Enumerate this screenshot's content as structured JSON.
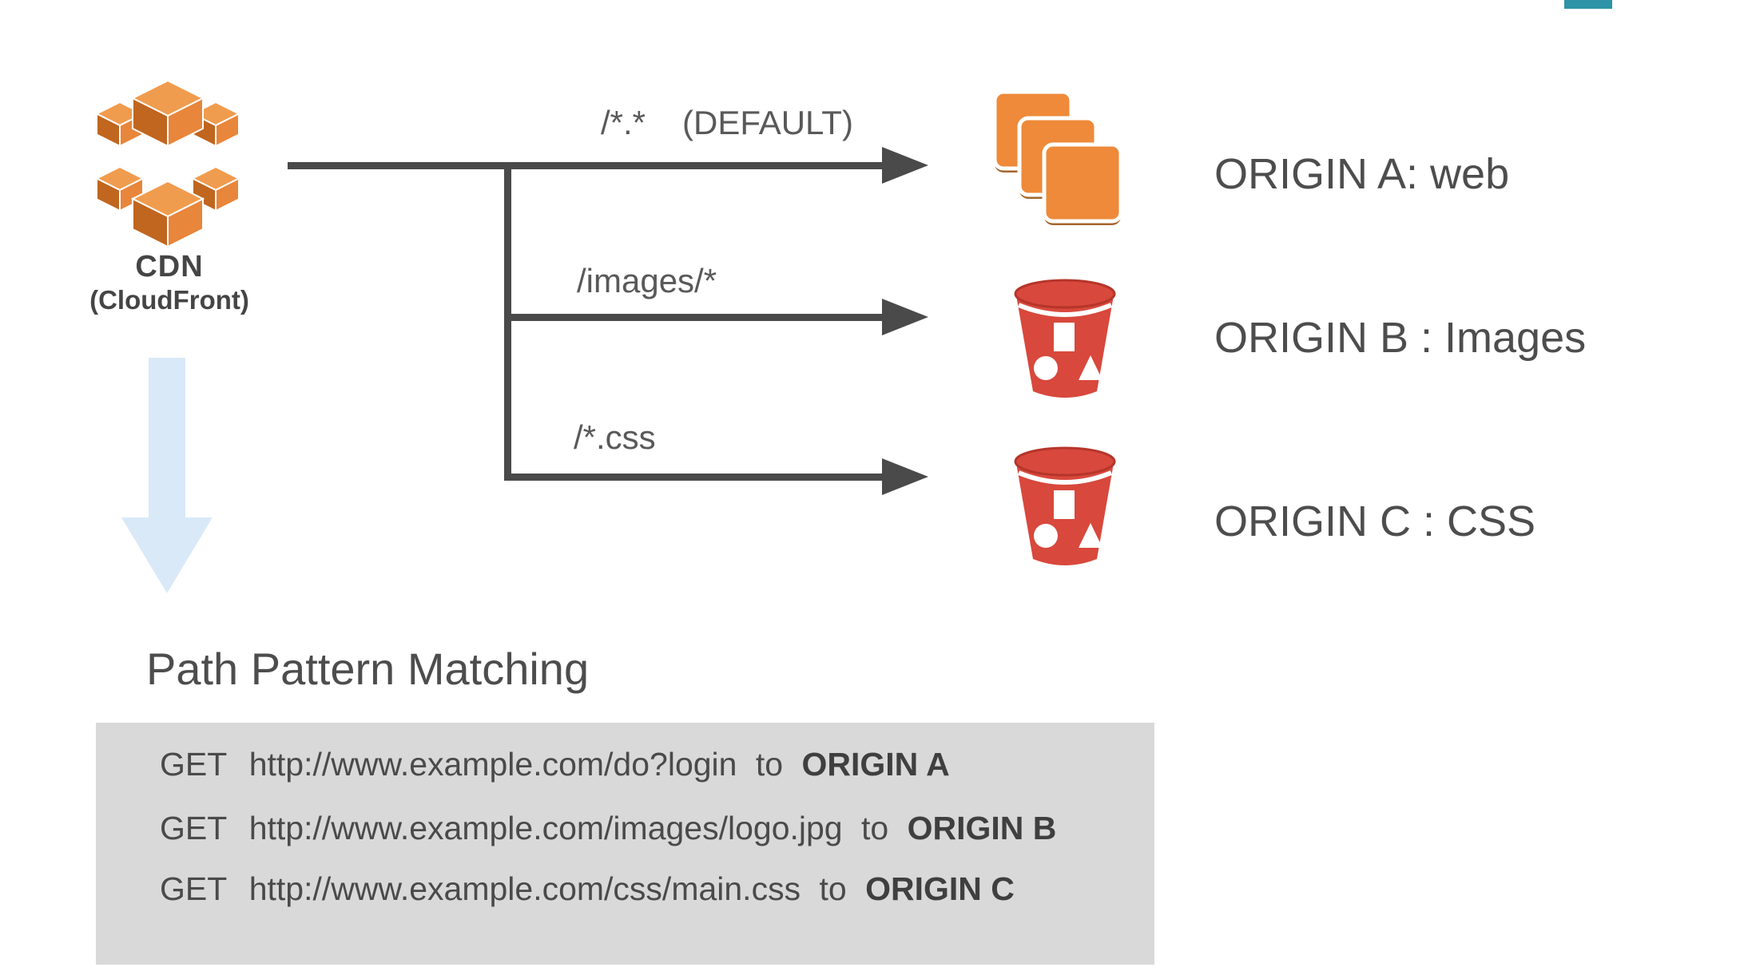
{
  "cdn": {
    "title": "CDN",
    "subtitle": "(CloudFront)",
    "icon": "cloudfront-icon"
  },
  "routes": [
    {
      "pattern": "/*.*",
      "note": "(DEFAULT)"
    },
    {
      "pattern": "/images/*",
      "note": ""
    },
    {
      "pattern": "/*.css",
      "note": ""
    }
  ],
  "origins": [
    {
      "label": "ORIGIN A: web",
      "icon": "app-stack-icon"
    },
    {
      "label": "ORIGIN B : Images",
      "icon": "s3-bucket-icon"
    },
    {
      "label": "ORIGIN C : CSS",
      "icon": "s3-bucket-icon"
    }
  ],
  "section": {
    "title": "Path Pattern Matching"
  },
  "requests": [
    {
      "method": "GET",
      "url": "http://www.example.com/do?login",
      "connector": "to",
      "origin": "ORIGIN A"
    },
    {
      "method": "GET",
      "url": "http://www.example.com/images/logo.jpg",
      "connector": "to",
      "origin": "ORIGIN B"
    },
    {
      "method": "GET",
      "url": "http://www.example.com/css/main.css",
      "connector": "to",
      "origin": "ORIGIN C"
    }
  ],
  "icons": [
    "cloudfront-icon",
    "app-stack-icon",
    "s3-bucket-icon",
    "down-arrow-icon",
    "corner-accent"
  ],
  "colors": {
    "line": "#4A4A4A",
    "text_primary": "#4D4D4D",
    "text_secondary": "#595959",
    "orange_face": "#E8863B",
    "orange_dark": "#C0661F",
    "orange_top": "#F09C4E",
    "square_orange": "#EE8A39",
    "square_shadow": "#A5652E",
    "bucket_red": "#D8483C",
    "bucket_rim": "#B5352A",
    "arrow_blue": "#D9E9F8",
    "panel_gray": "#D9D9D9",
    "teal_accent": "#2E93A7"
  }
}
